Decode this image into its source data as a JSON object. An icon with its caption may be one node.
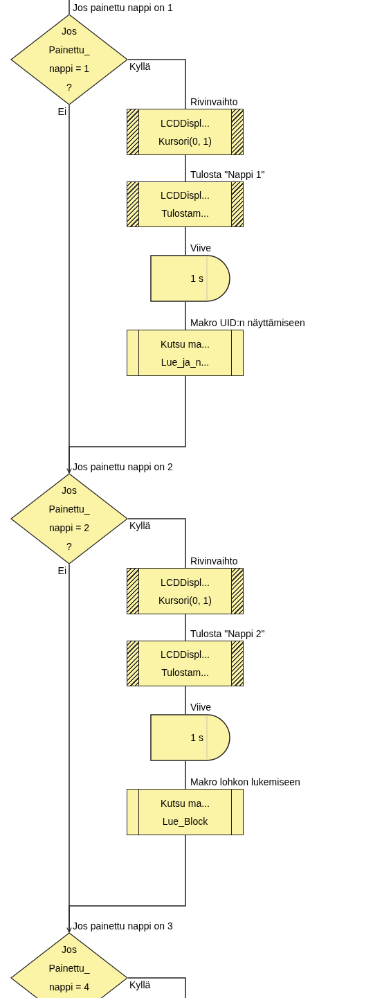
{
  "diagram": {
    "nodes": [
      {
        "text": [
          "Jos Painettu_ nappi = 1 ?"
        ],
        "beside": [
          "Jos painettu nappi on 1"
        ]
      },
      {
        "text": [
          "LCDDispl... Kursori(0, 1)"
        ],
        "beside": [
          "Rivinvaihto"
        ]
      },
      {
        "text": [
          "LCDDispl... Tulostam..."
        ],
        "beside": [
          "Tulosta \"Nappi 1\""
        ]
      },
      {
        "text": [
          "1 s"
        ],
        "beside": [
          "Viive"
        ]
      },
      {
        "text": [
          "Kutsu ma... Lue_ja_n..."
        ],
        "beside": [
          "Makro UID:n näyttämiseen"
        ]
      },
      {
        "text": [
          "Jos Painettu_ nappi = 2 ?"
        ],
        "beside": [
          "Jos painettu nappi on 2"
        ]
      },
      {
        "text": [
          "LCDDispl... Kursori(0, 1)"
        ],
        "beside": [
          "Rivinvaihto"
        ]
      },
      {
        "text": [
          "LCDDispl... Tulostam..."
        ],
        "beside": [
          "Tulosta \"Nappi 2\""
        ]
      },
      {
        "text": [
          "1 s"
        ],
        "beside": [
          "Viive"
        ]
      },
      {
        "text": [
          "Kutsu ma... Lue_Block"
        ],
        "beside": [
          "Makro lohkon lukemiseen"
        ]
      },
      {
        "text": [
          "Jos Painettu_ nappi = 4"
        ],
        "beside": [
          "Jos painettu nappi on 3"
        ]
      }
    ],
    "edges": [
      {
        "from": null,
        "to": 0,
        "arrow": "none"
      },
      {
        "from": 0,
        "to": 1,
        "label": "Kyllä",
        "arrow": "none"
      },
      {
        "from": 1,
        "to": 2,
        "arrow": "none"
      },
      {
        "from": 2,
        "to": 3,
        "arrow": "none"
      },
      {
        "from": 3,
        "to": 4,
        "arrow": "none"
      },
      {
        "from": 4,
        "to": 5,
        "arrow": "to"
      },
      {
        "from": 0,
        "to": 5,
        "label": "Ei",
        "arrow": "none"
      },
      {
        "from": 5,
        "to": 6,
        "label": "Kyllä",
        "arrow": "none"
      },
      {
        "from": 6,
        "to": 7,
        "arrow": "none"
      },
      {
        "from": 7,
        "to": 8,
        "arrow": "none"
      },
      {
        "from": 8,
        "to": 9,
        "arrow": "none"
      },
      {
        "from": 9,
        "to": 10,
        "arrow": "to"
      },
      {
        "from": 5,
        "to": 10,
        "label": "Ei",
        "arrow": "none"
      },
      {
        "from": 10,
        "to": null,
        "label": "Kyllä",
        "arrow": "none"
      }
    ]
  }
}
